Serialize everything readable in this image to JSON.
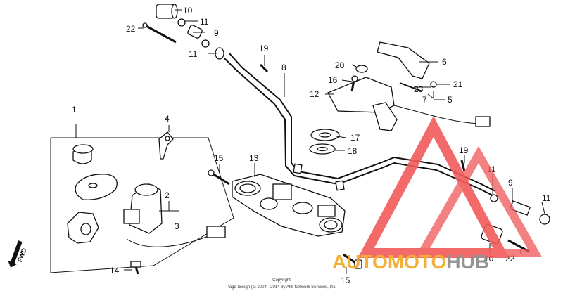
{
  "callouts": [
    {
      "id": "c10a",
      "text": "10"
    },
    {
      "id": "c11a",
      "text": "11"
    },
    {
      "id": "c22a",
      "text": "22"
    },
    {
      "id": "c9a",
      "text": "9"
    },
    {
      "id": "c11b",
      "text": "11"
    },
    {
      "id": "c19a",
      "text": "19"
    },
    {
      "id": "c8",
      "text": "8"
    },
    {
      "id": "c6",
      "text": "6"
    },
    {
      "id": "c20",
      "text": "20"
    },
    {
      "id": "c16",
      "text": "16"
    },
    {
      "id": "c12",
      "text": "12"
    },
    {
      "id": "c23",
      "text": "23"
    },
    {
      "id": "c21",
      "text": "21"
    },
    {
      "id": "c7",
      "text": "7"
    },
    {
      "id": "c5",
      "text": "5"
    },
    {
      "id": "c1",
      "text": "1"
    },
    {
      "id": "c4",
      "text": "4"
    },
    {
      "id": "c17",
      "text": "17"
    },
    {
      "id": "c18",
      "text": "18"
    },
    {
      "id": "c15a",
      "text": "15"
    },
    {
      "id": "c13",
      "text": "13"
    },
    {
      "id": "c2",
      "text": "2"
    },
    {
      "id": "c3",
      "text": "3"
    },
    {
      "id": "c19b",
      "text": "19"
    },
    {
      "id": "c11c",
      "text": "11"
    },
    {
      "id": "c9b",
      "text": "9"
    },
    {
      "id": "c11d",
      "text": "11"
    },
    {
      "id": "c10b",
      "text": "10"
    },
    {
      "id": "c22b",
      "text": "22"
    },
    {
      "id": "c14",
      "text": "14"
    },
    {
      "id": "c15b",
      "text": "15"
    }
  ],
  "fwd_label": "FWD",
  "copyright_line1": "Copyright",
  "copyright_line2": "Page design (c) 2004 - 2014 by ARI Network Services, Inc.",
  "watermark": {
    "text_part1": "AUTOMOTO",
    "text_part2": "HUB",
    "color_red": "#f15a5a",
    "color_orange": "#f5a623",
    "color_gray": "#888888"
  }
}
